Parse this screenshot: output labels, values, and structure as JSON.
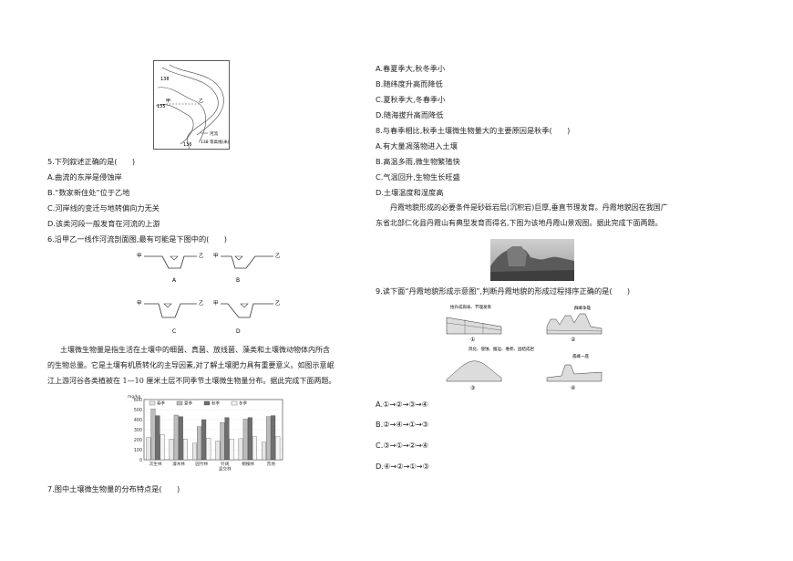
{
  "left": {
    "map_fig": {
      "contour_labels": [
        "138",
        "135",
        "136",
        "甲",
        "乙"
      ],
      "legend": [
        "河流",
        "138 等高线(米)"
      ]
    },
    "q5": {
      "stem": "5.下列叙述正确的是(　　)",
      "options": [
        "A.曲流的东岸是侵蚀岸",
        "B.“数家新住处”位于乙地",
        "C.河岸线的变迁与地转偏向力无关",
        "D.该类河段一般发育在河流的上游"
      ]
    },
    "q6": {
      "stem": "6.沿甲乙一线作河流剖面图,最有可能是下图中的(　　)",
      "labels": [
        "甲",
        "乙"
      ],
      "fig_labels": [
        "A",
        "B",
        "C",
        "D"
      ]
    },
    "passage": [
      "土壤微生物量是指生活在土壤中的细菌、真菌、放线菌、藻类和土壤微动物体内所含",
      "的生物总量。它是土壤有机质转化的主导因素,对了解土壤肥力具有重要意义。如图示意岷",
      "江上游河谷各类植被在 1—10 厘米土层不同季节土壤微生物量分布。据此完成下面两题。"
    ],
    "q7": {
      "stem": "7.图中土壤微生物量的分布特点是(　　)"
    }
  },
  "chart_data": {
    "type": "bar",
    "ylabel": "mg/kg",
    "ylim": [
      0,
      600
    ],
    "yticks": [
      0,
      100,
      200,
      300,
      400,
      500,
      600
    ],
    "categories": [
      "次生林",
      "灌木林",
      "园竹林",
      "针阔\n混交林",
      "桐槐林",
      "荒地"
    ],
    "series": [
      {
        "name": "春季",
        "values": [
          220,
          205,
          165,
          185,
          210,
          175
        ],
        "color": "#e6e6e6"
      },
      {
        "name": "夏季",
        "values": [
          505,
          445,
          330,
          370,
          405,
          430
        ],
        "color": "#bdbdbd"
      },
      {
        "name": "秋季",
        "values": [
          440,
          430,
          400,
          420,
          420,
          440
        ],
        "color": "#6e6e6e"
      },
      {
        "name": "冬季",
        "values": [
          250,
          205,
          215,
          205,
          230,
          230
        ],
        "color": "#f4f4f4"
      }
    ],
    "legend_position": "top"
  },
  "right": {
    "q7_options": [
      "A.春夏季大,秋冬季小",
      "B.随纬度升高而降低",
      "C.夏秋季大,冬春季小",
      "D.随海拔升高而降低"
    ],
    "q8": {
      "stem": "8.与春季相比,秋季土壤微生物量大的主要原因是秋季(　　)",
      "options": [
        "A.有大量凋落物进入土壤",
        "B.高温多雨,微生物繁殖快",
        "C.气温回升,生物生长旺盛",
        "D.土壤温度和湿度高"
      ]
    },
    "passage2": [
      "丹霞地貌形成的必要条件是砂砾岩层(沉积岩)巨厚,垂直节理发育。丹霞地貌因在我国广",
      "东省北部仁化县丹霞山有典型发育而得名,下图为该地丹霞山景观图。据此完成下面两题。"
    ],
    "q9": {
      "stem": "9.读下面“丹霞地貌形成示意图”,判断丹霞地貌的形成过程排序正确的是(　　)",
      "diagram_labels": [
        "抬升成岗阜、节理发育",
        "群峰争雄",
        "风化、侵蚀、搬运、堆积、固结成岩",
        "孤峰一座"
      ],
      "diagram_numbers": [
        "①",
        "②",
        "③",
        "④"
      ],
      "options": [
        "A.①→②→③→④",
        "B.②→④→①→③",
        "C.③→①→②→④",
        "D.④→②→①→③"
      ]
    }
  }
}
